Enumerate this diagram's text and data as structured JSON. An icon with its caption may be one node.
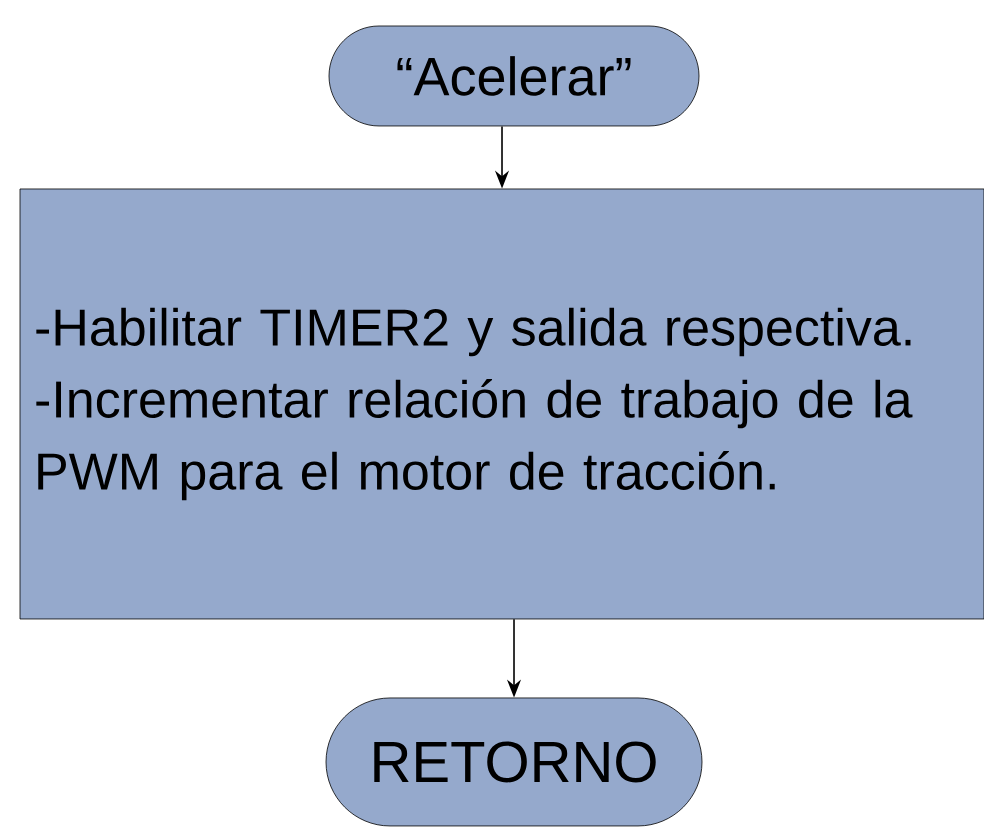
{
  "diagram": {
    "nodes": [
      {
        "text": [
          "“Acelerar”"
        ]
      },
      {
        "text": [
          "-Habilitar TIMER2 y salida respectiva.",
          "-Incrementar relación de trabajo de la PWM para el motor de tracción."
        ]
      },
      {
        "text": [
          "RETORNO"
        ]
      }
    ],
    "edges": [
      {
        "from": 0,
        "to": 1,
        "arrow": "to"
      },
      {
        "from": 1,
        "to": 2,
        "arrow": "to"
      }
    ]
  }
}
